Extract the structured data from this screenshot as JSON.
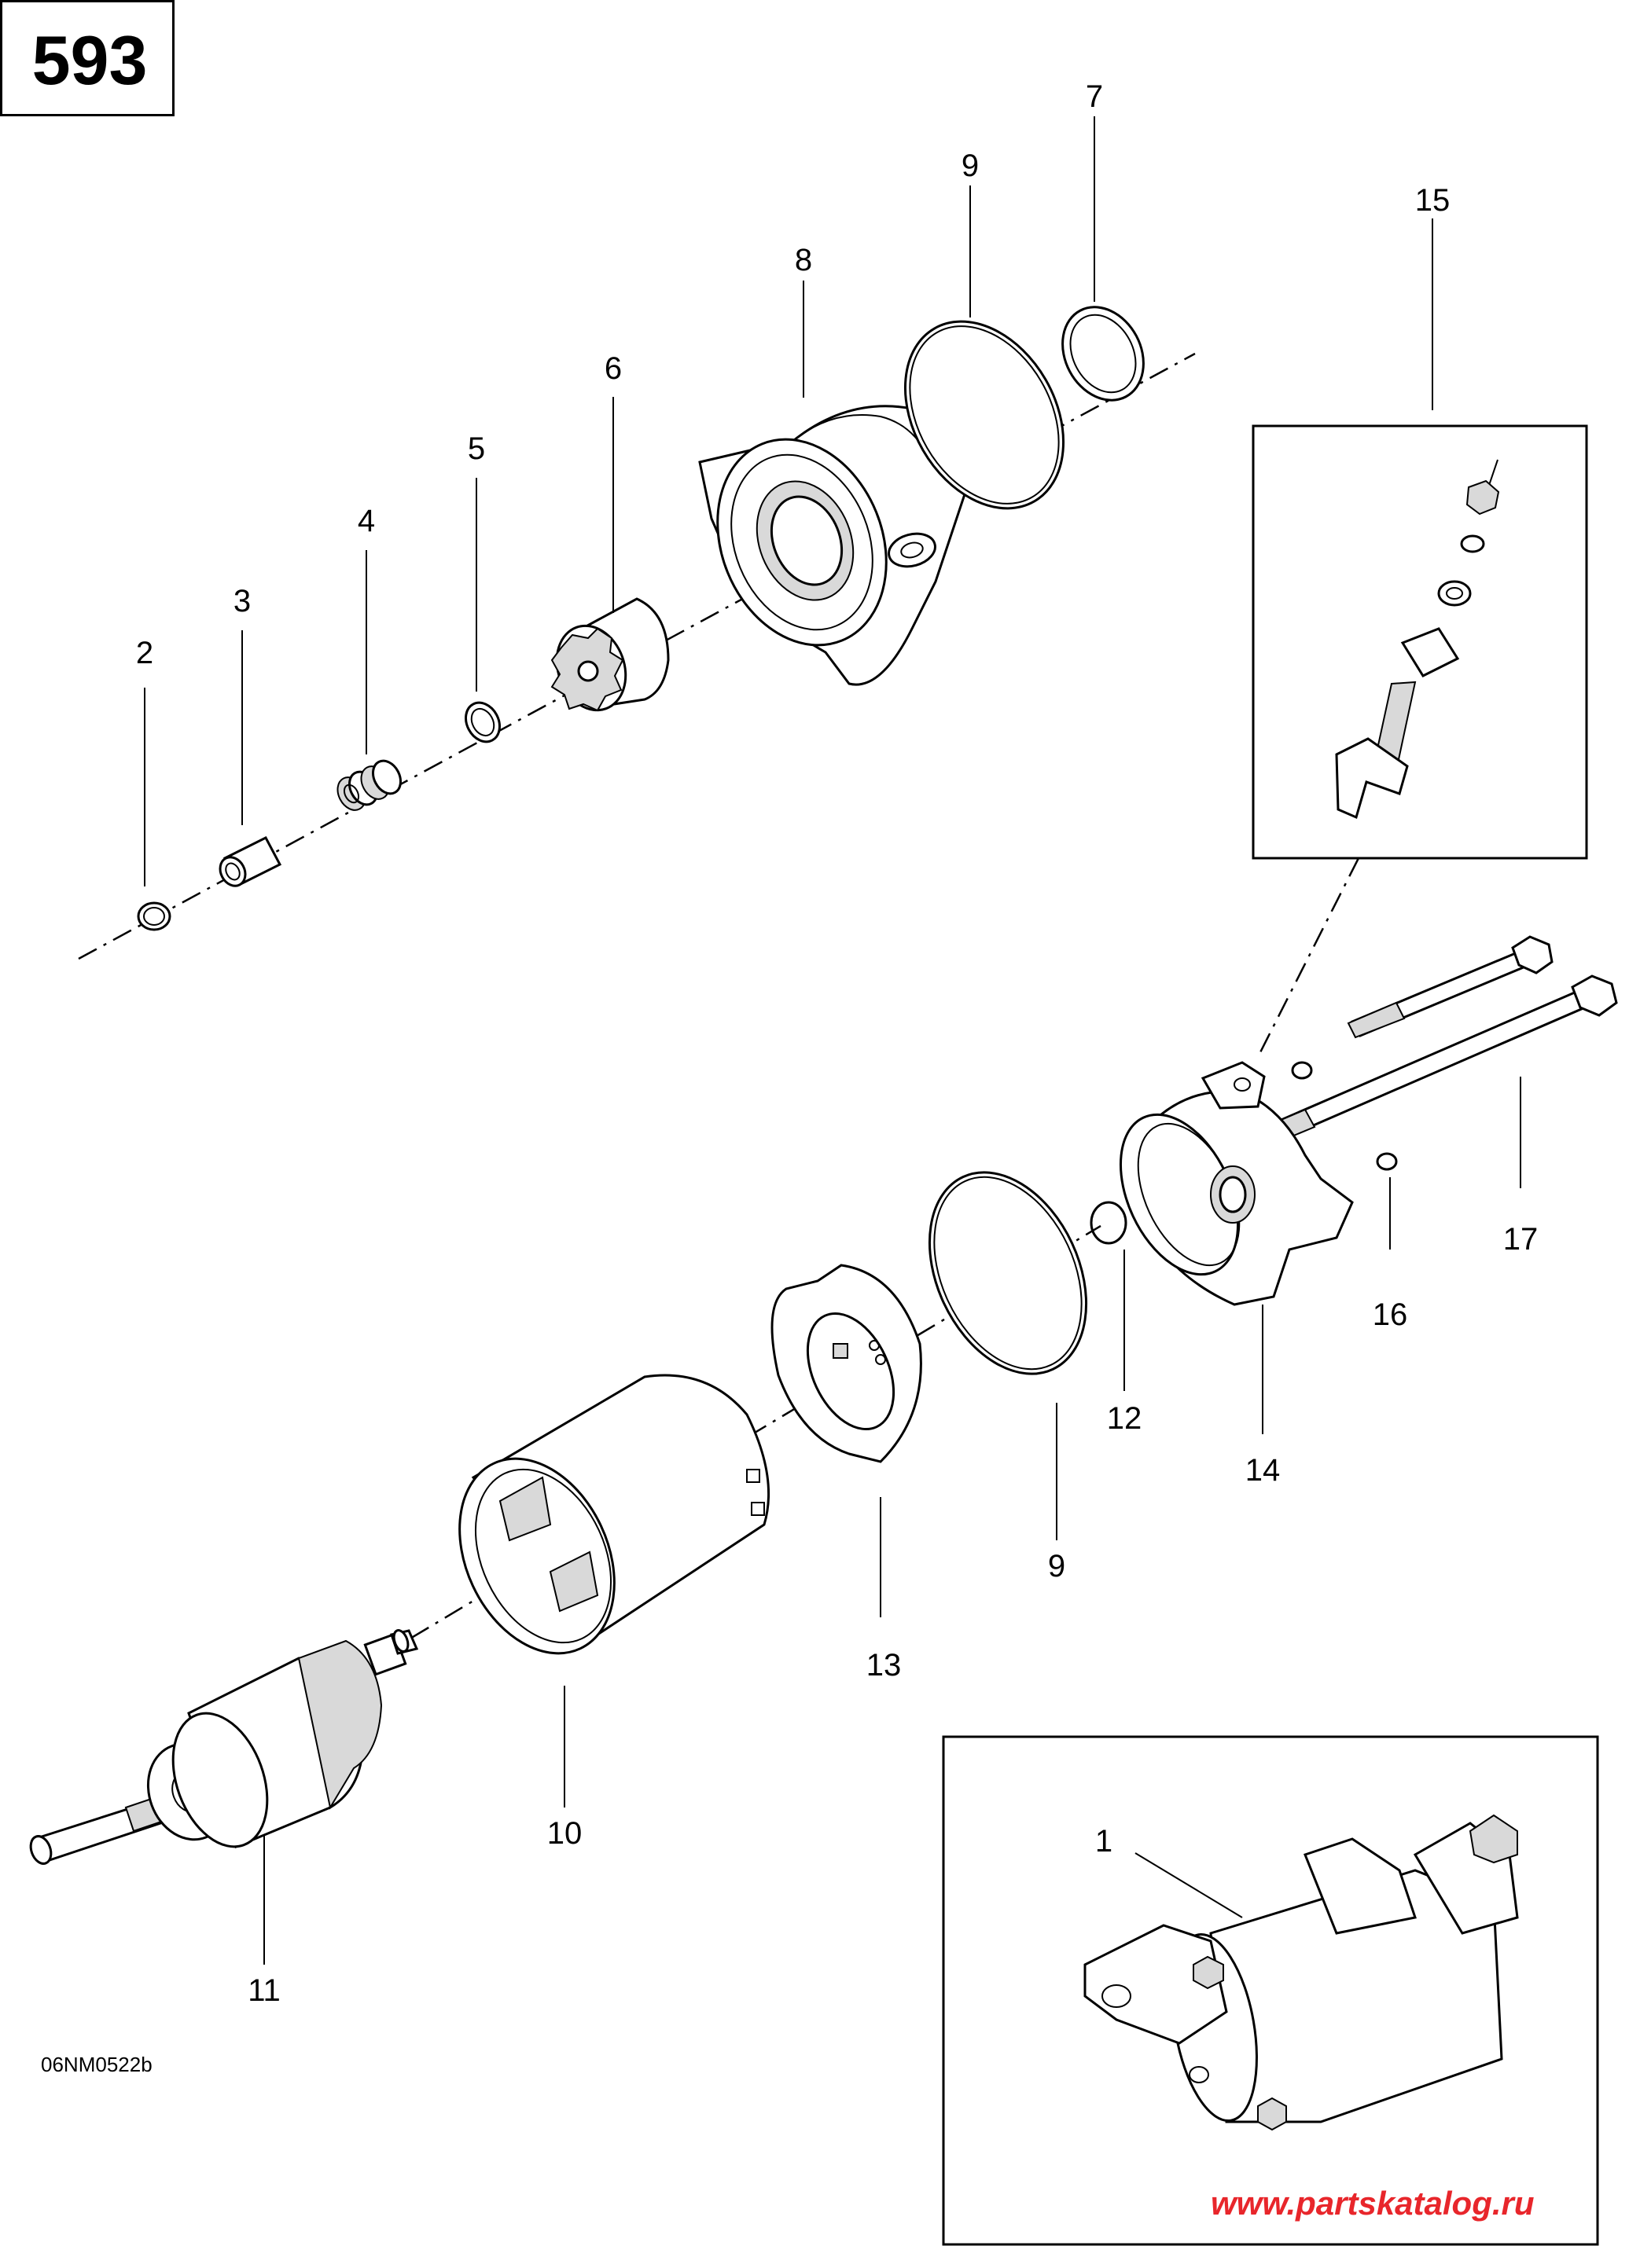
{
  "page_number": "593",
  "reference_code": "06NM0522b",
  "watermark": "www.partskatalog.ru",
  "callouts": [
    {
      "id": "c1",
      "label": "1"
    },
    {
      "id": "c2",
      "label": "2"
    },
    {
      "id": "c3",
      "label": "3"
    },
    {
      "id": "c4",
      "label": "4"
    },
    {
      "id": "c5",
      "label": "5"
    },
    {
      "id": "c6",
      "label": "6"
    },
    {
      "id": "c7",
      "label": "7"
    },
    {
      "id": "c8",
      "label": "8"
    },
    {
      "id": "c9a",
      "label": "9"
    },
    {
      "id": "c9b",
      "label": "9"
    },
    {
      "id": "c10",
      "label": "10"
    },
    {
      "id": "c11",
      "label": "11"
    },
    {
      "id": "c12",
      "label": "12"
    },
    {
      "id": "c13",
      "label": "13"
    },
    {
      "id": "c14",
      "label": "14"
    },
    {
      "id": "c15",
      "label": "15"
    },
    {
      "id": "c16",
      "label": "16"
    },
    {
      "id": "c17",
      "label": "17"
    }
  ]
}
